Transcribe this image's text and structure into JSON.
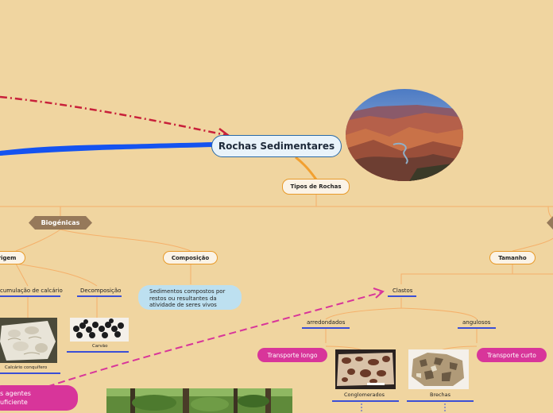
{
  "central": {
    "title": "Rochas Sedimentares"
  },
  "tipos": {
    "label": "Tipos de Rochas"
  },
  "biogenicas": {
    "label": "Biogénicas"
  },
  "origem": {
    "label": "rigem"
  },
  "composicao": {
    "label": "Composição",
    "note_line1": "Sedimentos compostos por",
    "note_line2": "restos ou resultantes da",
    "note_line3": "atividade de seres vivos"
  },
  "acumulacao": {
    "label": "cumulação de calcário"
  },
  "decomposicao": {
    "label": "Decomposição"
  },
  "carvao": {
    "label": "Carvão"
  },
  "calcario": {
    "label": "Calcário conquífero"
  },
  "tamanho": {
    "label": "Tamanho"
  },
  "clastos": {
    "label": "Clastos"
  },
  "arredondados": {
    "label": "arredondados"
  },
  "angulosos": {
    "label": "angulosos"
  },
  "transporte_longo": {
    "label": "Transporte longo"
  },
  "transporte_curto": {
    "label": "Transporte curto"
  },
  "conglomerados": {
    "label": "Conglomerados"
  },
  "brechas": {
    "label": "Brechas"
  },
  "agentes": {
    "line1": "s agentes",
    "line2": "uficiente"
  },
  "colors": {
    "background": "#f0d5a0",
    "connector": "#f5b06a",
    "underline": "#3b4fd6",
    "magenta": "#d8359a",
    "blue_link": "#1553f0",
    "red_link": "#c8203a",
    "hex_fill": "#96795a"
  }
}
